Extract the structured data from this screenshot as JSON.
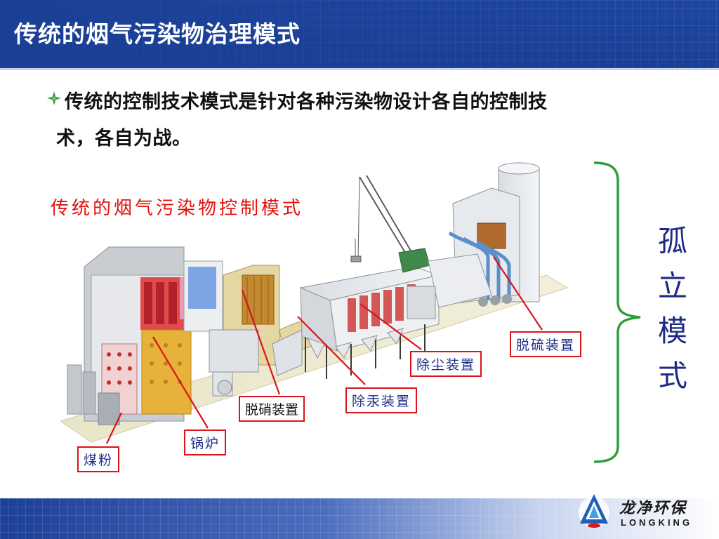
{
  "header": {
    "title": "传统的烟气污染物治理模式"
  },
  "bullet": {
    "line1": "传统的控制技术模式是针对各种污染物设计各自的控制技",
    "line2": "术，各自为战。"
  },
  "diagram": {
    "title": "传统的烟气污染物控制模式",
    "callouts": {
      "desulfurization": "脱硫装置",
      "dust_removal": "除尘装置",
      "mercury_removal": "除汞装置",
      "denitrification": "脱硝装置",
      "boiler": "锅炉",
      "coal_powder": "煤粉"
    }
  },
  "side_label": {
    "chars": [
      "孤",
      "立",
      "模",
      "式"
    ]
  },
  "logo": {
    "cn": "龙净环保",
    "en": "LONGKING"
  },
  "colors": {
    "header_blue": "#1a3f95",
    "callout_red": "#d8141c",
    "title_red": "#e3120b",
    "brace_green": "#2e9e3a",
    "label_navy": "#1e2a86"
  }
}
